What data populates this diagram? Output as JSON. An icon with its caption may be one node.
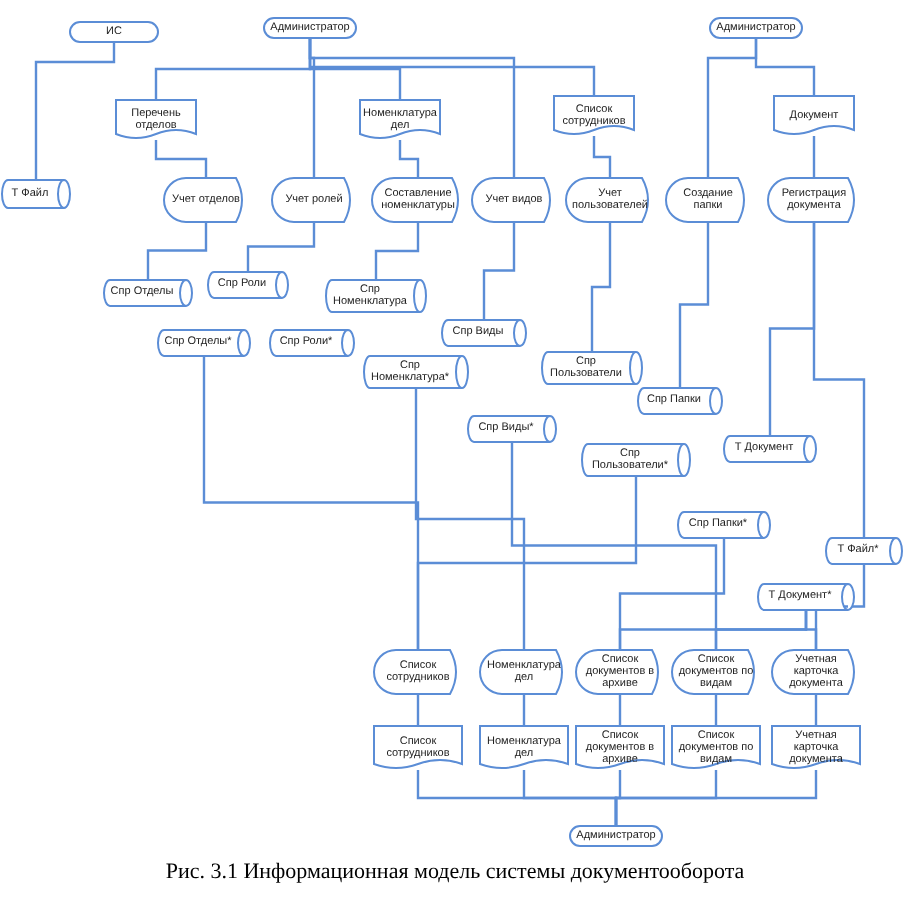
{
  "diagram": {
    "caption": "Рис. 3.1 Информационная модель системы документооборота",
    "nodes": [
      {
        "text": [
          "ИС"
        ]
      },
      {
        "text": [
          "Администратор"
        ]
      },
      {
        "text": [
          "Администратор"
        ]
      },
      {
        "text": [
          "Перечень отделов"
        ]
      },
      {
        "text": [
          "Номенклатура дел"
        ]
      },
      {
        "text": [
          "Список сотрудников"
        ]
      },
      {
        "text": [
          "Документ"
        ]
      },
      {
        "text": [
          "Т Файл"
        ]
      },
      {
        "text": [
          "Учет отделов"
        ]
      },
      {
        "text": [
          "Учет ролей"
        ]
      },
      {
        "text": [
          "Составление номенклатуры"
        ]
      },
      {
        "text": [
          "Учет видов"
        ]
      },
      {
        "text": [
          "Учет пользователей"
        ]
      },
      {
        "text": [
          "Создание папки"
        ]
      },
      {
        "text": [
          "Регистрация документа"
        ]
      },
      {
        "text": [
          "Спр Отделы"
        ]
      },
      {
        "text": [
          "Спр Роли"
        ]
      },
      {
        "text": [
          "Спр Номенклатура"
        ]
      },
      {
        "text": [
          "Спр Отделы*"
        ]
      },
      {
        "text": [
          "Спр Роли*"
        ]
      },
      {
        "text": [
          "Спр Виды"
        ]
      },
      {
        "text": [
          "Спр Номенклатура*"
        ]
      },
      {
        "text": [
          "Спр Пользователи"
        ]
      },
      {
        "text": [
          "Спр Папки"
        ]
      },
      {
        "text": [
          "Спр Виды*"
        ]
      },
      {
        "text": [
          "Т Документ"
        ]
      },
      {
        "text": [
          "Спр Пользователи*"
        ]
      },
      {
        "text": [
          "Спр Папки*"
        ]
      },
      {
        "text": [
          "Т Файл*"
        ]
      },
      {
        "text": [
          "Т Документ*"
        ]
      },
      {
        "text": [
          "Список сотрудников"
        ]
      },
      {
        "text": [
          "Номенклатура дел"
        ]
      },
      {
        "text": [
          "Список документов в архиве"
        ]
      },
      {
        "text": [
          "Список документов по видам"
        ]
      },
      {
        "text": [
          "Учетная карточка документа"
        ]
      },
      {
        "text": [
          "Список сотрудников"
        ]
      },
      {
        "text": [
          "Номенклатура дел"
        ]
      },
      {
        "text": [
          "Список документов в архиве"
        ]
      },
      {
        "text": [
          "Список документов по видам"
        ]
      },
      {
        "text": [
          "Учетная карточка документа"
        ]
      },
      {
        "text": [
          "Администратор"
        ]
      }
    ],
    "edges": [
      {
        "from": 0,
        "to": 7,
        "arrow": "none"
      },
      {
        "from": 1,
        "to": 3,
        "arrow": "none"
      },
      {
        "from": 1,
        "to": 4,
        "arrow": "none"
      },
      {
        "from": 1,
        "to": 5,
        "arrow": "none"
      },
      {
        "from": 1,
        "to": 9,
        "arrow": "none"
      },
      {
        "from": 1,
        "to": 11,
        "arrow": "none"
      },
      {
        "from": 2,
        "to": 6,
        "arrow": "none"
      },
      {
        "from": 2,
        "to": 13,
        "arrow": "none"
      },
      {
        "from": 3,
        "to": 8,
        "arrow": "none"
      },
      {
        "from": 4,
        "to": 10,
        "arrow": "none"
      },
      {
        "from": 5,
        "to": 12,
        "arrow": "none"
      },
      {
        "from": 6,
        "to": 14,
        "arrow": "none"
      },
      {
        "from": 8,
        "to": 15,
        "arrow": "none"
      },
      {
        "from": 9,
        "to": 16,
        "arrow": "none"
      },
      {
        "from": 10,
        "to": 17,
        "arrow": "none"
      },
      {
        "from": 11,
        "to": 20,
        "arrow": "none"
      },
      {
        "from": 12,
        "to": 22,
        "arrow": "none"
      },
      {
        "from": 13,
        "to": 23,
        "arrow": "none"
      },
      {
        "from": 14,
        "to": 25,
        "arrow": "none"
      },
      {
        "from": 14,
        "to": 28,
        "arrow": "none"
      },
      {
        "from": 18,
        "to": 30,
        "arrow": "none"
      },
      {
        "from": 26,
        "to": 30,
        "arrow": "none"
      },
      {
        "from": 21,
        "to": 31,
        "arrow": "none"
      },
      {
        "from": 27,
        "to": 32,
        "arrow": "none"
      },
      {
        "from": 29,
        "to": 32,
        "arrow": "none"
      },
      {
        "from": 24,
        "to": 33,
        "arrow": "none"
      },
      {
        "from": 29,
        "to": 33,
        "arrow": "none"
      },
      {
        "from": 29,
        "to": 34,
        "arrow": "none"
      },
      {
        "from": 28,
        "to": 34,
        "arrow": "none"
      },
      {
        "from": 30,
        "to": 35,
        "arrow": "none"
      },
      {
        "from": 31,
        "to": 36,
        "arrow": "none"
      },
      {
        "from": 32,
        "to": 37,
        "arrow": "none"
      },
      {
        "from": 33,
        "to": 38,
        "arrow": "none"
      },
      {
        "from": 34,
        "to": 39,
        "arrow": "none"
      },
      {
        "from": 35,
        "to": 40,
        "arrow": "none"
      },
      {
        "from": 36,
        "to": 40,
        "arrow": "none"
      },
      {
        "from": 37,
        "to": 40,
        "arrow": "none"
      },
      {
        "from": 38,
        "to": 40,
        "arrow": "none"
      },
      {
        "from": 39,
        "to": 40,
        "arrow": "none"
      }
    ]
  }
}
